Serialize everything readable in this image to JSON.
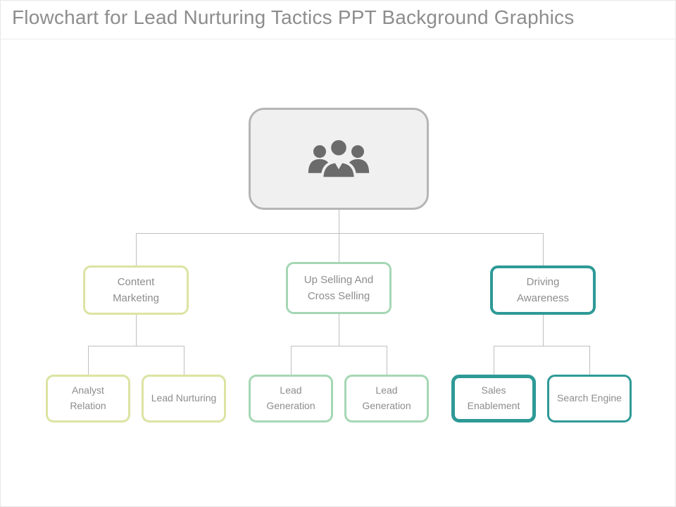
{
  "slide": {
    "title": "Flowchart for Lead Nurturing Tactics PPT Background Graphics"
  },
  "flowchart": {
    "root": {
      "icon": "people-group-icon",
      "fill_color": "#f0f0f0",
      "border_color": "#b5b5b5",
      "icon_color": "#6b6b6b"
    },
    "level2": [
      {
        "label": "Content Marketing",
        "border_color": "#dce3a2"
      },
      {
        "label": "Up Selling And Cross Selling",
        "border_color": "#a5d7b4"
      },
      {
        "label": "Driving Awareness",
        "border_color": "#2e9a97"
      }
    ],
    "level3": [
      {
        "label": "Analyst Relation",
        "border_color": "#dce3a2",
        "parent": "Content Marketing"
      },
      {
        "label": "Lead Nurturing",
        "border_color": "#dce3a2",
        "parent": "Content Marketing"
      },
      {
        "label": "Lead Generation",
        "border_color": "#a5d7b4",
        "parent": "Up Selling And Cross Selling"
      },
      {
        "label": "Lead Generation",
        "border_color": "#a5d7b4",
        "parent": "Up Selling And Cross Selling"
      },
      {
        "label": "Sales Enablement",
        "border_color": "#2e9a97",
        "parent": "Driving Awareness"
      },
      {
        "label": "Search Engine",
        "border_color": "#2e9a97",
        "parent": "Driving Awareness"
      }
    ],
    "colors": {
      "yellow_green": "#dce3a2",
      "light_green": "#a5d7b4",
      "teal": "#2e9a97",
      "connector_gray": "#bfbfbf",
      "text_gray": "#8d8d8d"
    }
  }
}
